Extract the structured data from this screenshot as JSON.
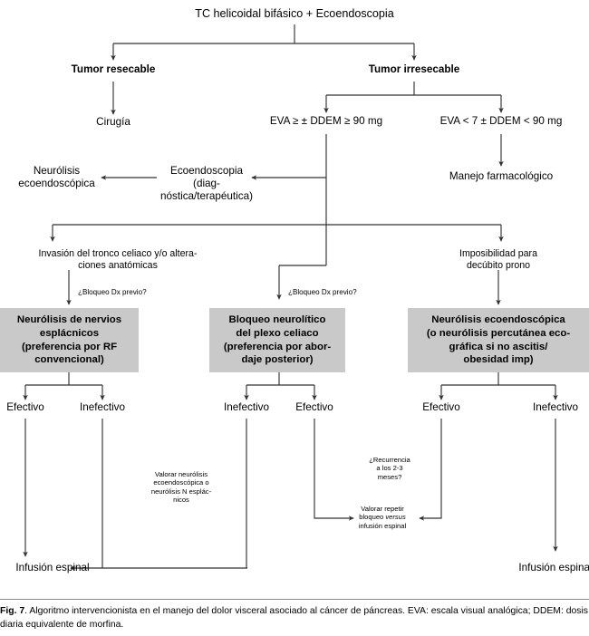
{
  "figure": {
    "number": "Fig. 7",
    "caption": ". Algoritmo intervencionista en el manejo del dolor visceral asociado al cáncer de páncreas. EVA: escala visual analógica; DDEM: dosis diaria equivalente de morfina.",
    "caption_full": "Fig. 7. Algoritmo intervencionista en el manejo del dolor visceral asociado al cáncer de páncreas. EVA: escala visual analógica; DDEM: dosis diaria equivalente de morfina."
  },
  "colors": {
    "box_fill": "#c9c9c9",
    "line": "#333333",
    "text": "#000000",
    "background": "#ffffff",
    "rule": "#8a8a8a"
  },
  "flowchart": {
    "type": "flowchart",
    "title": "Algoritmo intervencionista en el manejo del dolor visceral asociado al cáncer de páncreas",
    "nodes": {
      "root": "TC helicoidal bifásico + Ecoendoscopia",
      "resectable": "Tumor resecable",
      "irresectable": "Tumor irresecable",
      "surgery": "Cirugía",
      "eva_high": "EVA ≥ ± DDEM ≥ 90 mg",
      "eva_low": "EVA < 7 ± DDEM < 90 mg",
      "pharm": "Manejo farmacológico",
      "eus": "Ecoendoscopia (diag-\nnóstica/terapéutica)",
      "eus_neurolysis": "Neurólisis\necoendoscópica",
      "celiac_invasion": "Invasión del tronco celiaco y/o altera-\nciones anatómicas",
      "prone_impossible": "Imposibilidad para\ndecúbito prono",
      "block_q_left": "¿Bloqueo Dx previo?",
      "block_q_mid": "¿Bloqueo Dx previo?",
      "box_left": "Neurólisis de nervios\nesplácnicos\n(preferencia por RF\nconvencional)",
      "box_mid": "Bloqueo neurolítico\ndel plexo celiaco\n(preferencia por abor-\ndaje posterior)",
      "box_right": "Neurólisis ecoendoscópica\n(o neurólisis percutánea eco-\ngráfica si no ascitis/\nobesidad imp)",
      "left_effective": "Efectivo",
      "left_ineffective": "Inefectivo",
      "mid_ineffective": "Inefectivo",
      "mid_effective": "Efectivo",
      "right_effective": "Efectivo",
      "right_ineffective": "Inefectivo",
      "note_left": "Valorar neurólisis\necoendoscópica o\nneurólisis N esplác-\nnicos",
      "note_recurrence": "¿Recurrencia\na los 2-3\nmeses?",
      "note_repeat_pre": "Valorar repetir\nbloqueo ",
      "note_repeat_em": "versus",
      "note_repeat_post": "\ninfusión espinal",
      "spinal_left": "Infusión espinal",
      "spinal_right": "Infusión espinal"
    }
  }
}
